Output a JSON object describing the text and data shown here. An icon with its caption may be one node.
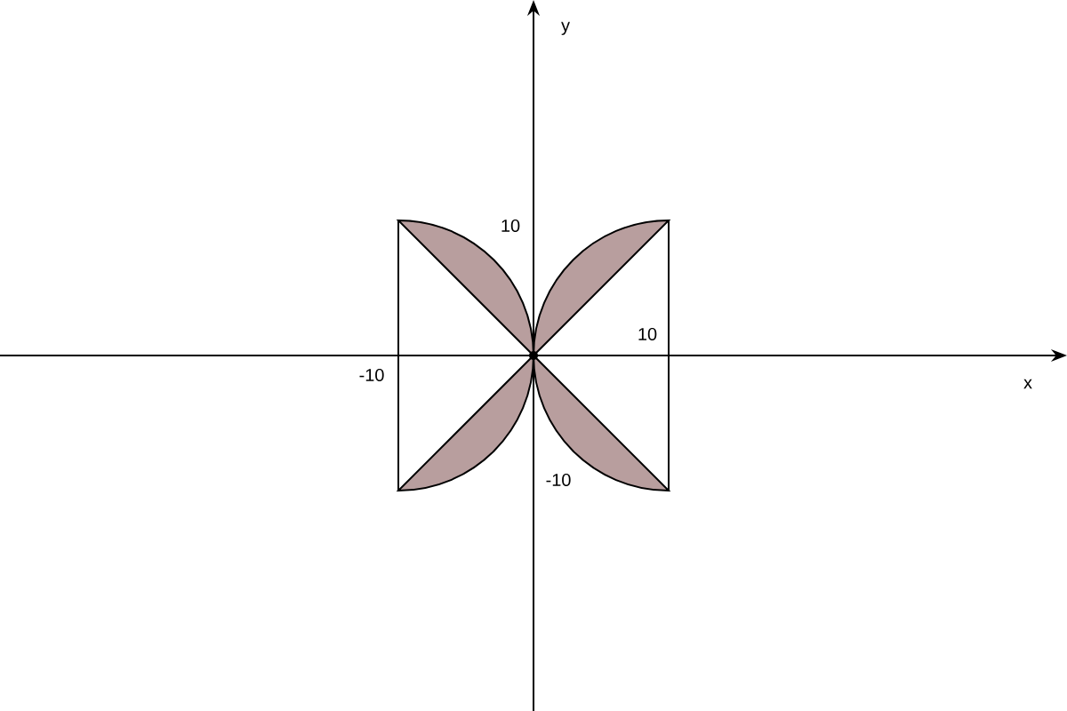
{
  "diagram": {
    "labels": [
      "y",
      "10",
      "10",
      "x",
      "-10",
      "-10"
    ]
  }
}
